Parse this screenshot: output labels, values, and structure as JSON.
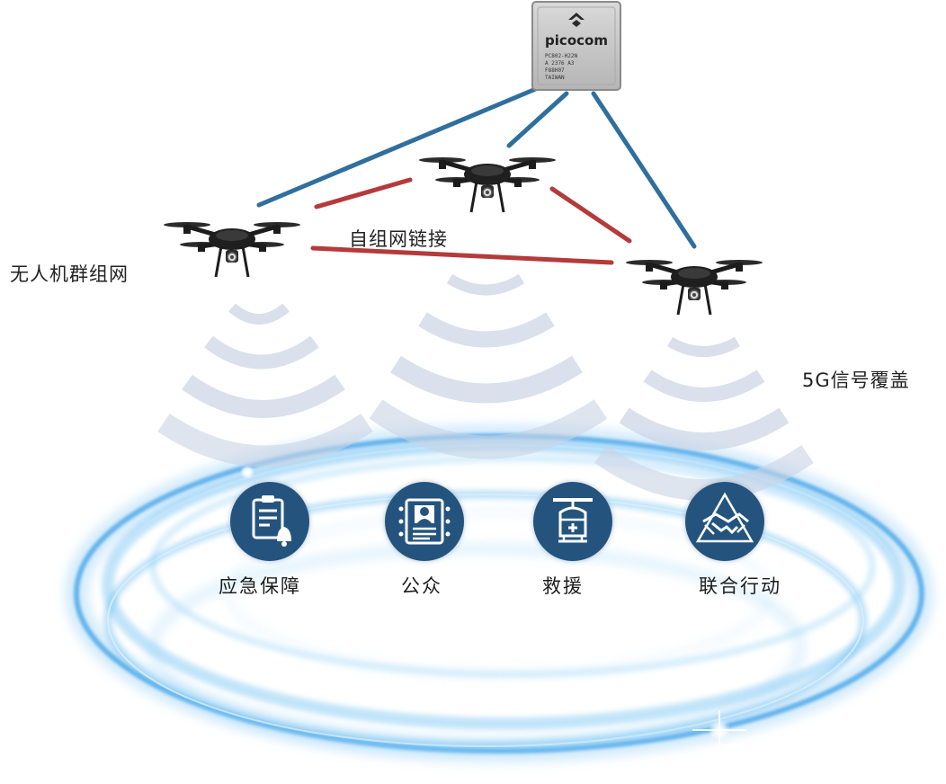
{
  "chip": {
    "brand": "picocom",
    "line1": "PC802-H22N",
    "line2": "A 2376 A3",
    "line3": "F88H07",
    "line4": "TAIWAN"
  },
  "labels": {
    "swarm": "无人机群组网",
    "mesh_link": "自组网链接",
    "coverage": "5G信号覆盖"
  },
  "services": [
    {
      "label": "应急保障",
      "icon": "clipboard-bell-icon"
    },
    {
      "label": "公众",
      "icon": "user-profile-icon"
    },
    {
      "label": "救援",
      "icon": "rescue-helicopter-icon"
    },
    {
      "label": "联合行动",
      "icon": "handshake-icon"
    }
  ],
  "colors": {
    "uplink": "#2f6f9e",
    "mesh": "#b53a3a",
    "icon_bg": "#24547e",
    "glow": "#5bb4f0"
  }
}
